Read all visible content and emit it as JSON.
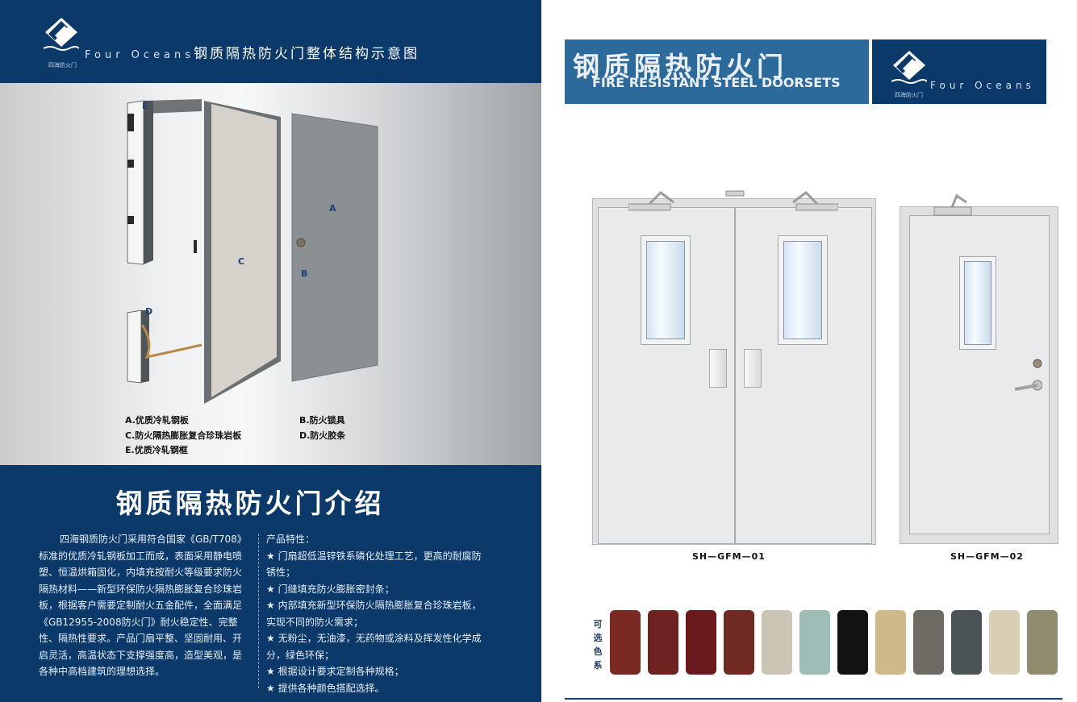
{
  "brand": {
    "name_en": "Four Oceans",
    "name_cn_small": "四海防火门"
  },
  "left_page": {
    "header_title": "钢质隔热防火门整体结构示意图",
    "part_letters": [
      "E",
      "D",
      "C",
      "A",
      "B"
    ],
    "legend": {
      "a": "A.优质冷轧钢板",
      "b": "B.防火锁具",
      "c": "C.防火隔热膨胀复合珍珠岩板",
      "d": "D.防火胶条",
      "e": "E.优质冷轧钢框"
    },
    "intro_title": "钢质隔热防火门介绍",
    "intro_paragraph": "四海钢质防火门采用符合国家《GB/T708》标准的优质冷轧钢板加工而成，表面采用静电喷塑、恒温烘箱固化，内填充按耐火等级要求防火隔热材料——新型环保防火隔热膨胀复合珍珠岩板，根据客户需要定制耐火五金配件，全面满足《GB12955-2008防火门》耐火稳定性、完整性、隔热性要求。产品门扇平整、坚固耐用、开启灵活，高温状态下支撑强度高，造型美观，是各种中高档建筑的理想选择。",
    "features_heading": "产品特性：",
    "features": [
      "★ 门扇超低温锌铁系磷化处理工艺，更高的耐腐防锈性；",
      "★ 门缝填充防火膨胀密封条；",
      "★ 内部填充新型环保防火隔热膨胀复合珍珠岩板，实现不同的防火需求；",
      "★ 无粉尘，无油漆，无药物或涂料及挥发性化学成分，绿色环保；",
      "★ 根据设计要求定制各种规格；",
      "★ 提供各种颜色搭配选择。"
    ]
  },
  "right_page": {
    "banner_cn": "钢质隔热防火门",
    "banner_en": "FIRE RESISTANT STEEL DOORSETS",
    "models": [
      "SH—GFM—01",
      "SH—GFM—02"
    ],
    "color_label": "可选色系",
    "swatches": [
      "#7a2a22",
      "#6e2320",
      "#6a1a1c",
      "#6f2a22",
      "#c9c4b3",
      "#9fbdb7",
      "#121212",
      "#cfb98a",
      "#6c6a63",
      "#4b5356",
      "#d8cfb4",
      "#8f8d6e"
    ]
  },
  "colors": {
    "navy": "#0b3a6a",
    "banner_blue": "#2d6a9c"
  }
}
